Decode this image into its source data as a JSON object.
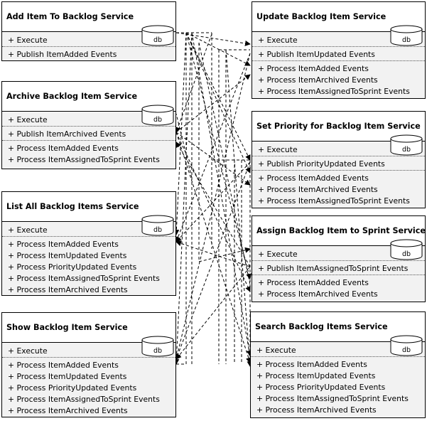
{
  "services": {
    "add": {
      "title": "Add Item To Backlog Service",
      "db": "db",
      "execute": "+ Execute",
      "publish": "+ Publish ItemAdded Events"
    },
    "archive": {
      "title": "Archive Backlog Item Service",
      "db": "db",
      "execute": "+ Execute",
      "publish": "+ Publish ItemArchived Events",
      "process": [
        "+ Process ItemAdded Events",
        "+ Process ItemAssignedToSprint Events"
      ]
    },
    "list": {
      "title": "List All Backlog Items Service",
      "db": "db",
      "execute": "+ Execute",
      "process": [
        "+ Process ItemAdded Events",
        "+ Process ItemUpdated Events",
        "+ Process PriorityUpdated Events",
        "+ Process ItemAssignedToSprint Events",
        "+ Process ItemArchived Events"
      ]
    },
    "show": {
      "title": "Show Backlog Item Service",
      "db": "db",
      "execute": "+ Execute",
      "process": [
        "+ Process ItemAdded Events",
        "+ Process ItemUpdated Events",
        "+ Process PriorityUpdated Events",
        "+ Process ItemAssignedToSprint Events",
        "+ Process ItemArchived Events"
      ]
    },
    "update": {
      "title": "Update Backlog Item Service",
      "db": "db",
      "execute": "+ Execute",
      "publish": "+ Publish ItemUpdated Events",
      "process": [
        "+ Process ItemAdded Events",
        "+ Process ItemArchived Events",
        "+ Process ItemAssignedToSprint Events"
      ]
    },
    "priority": {
      "title": "Set Priority for Backlog Item Service",
      "db": "db",
      "execute": "+ Execute",
      "publish": "+ Publish PriorityUpdated Events",
      "process": [
        "+ Process ItemAdded Events",
        "+ Process ItemArchived Events",
        "+ Process ItemAssignedToSprint Events"
      ]
    },
    "assign": {
      "title": "Assign Backlog Item to Sprint Service",
      "db": "db",
      "execute": "+ Execute",
      "publish": "+ Publish ItemAssignedToSprint Events",
      "process": [
        "+ Process ItemAdded Events",
        "+ Process ItemArchived Events"
      ]
    },
    "search": {
      "title": "Search Backlog Items Service",
      "db": "db",
      "execute": "+ Execute",
      "process": [
        "+ Process ItemAdded Events",
        "+ Process ItemUpdated Events",
        "+ Process PriorityUpdated Events",
        "+ Process ItemAssignedToSprint Events",
        "+ Process ItemArchived Events"
      ]
    }
  }
}
